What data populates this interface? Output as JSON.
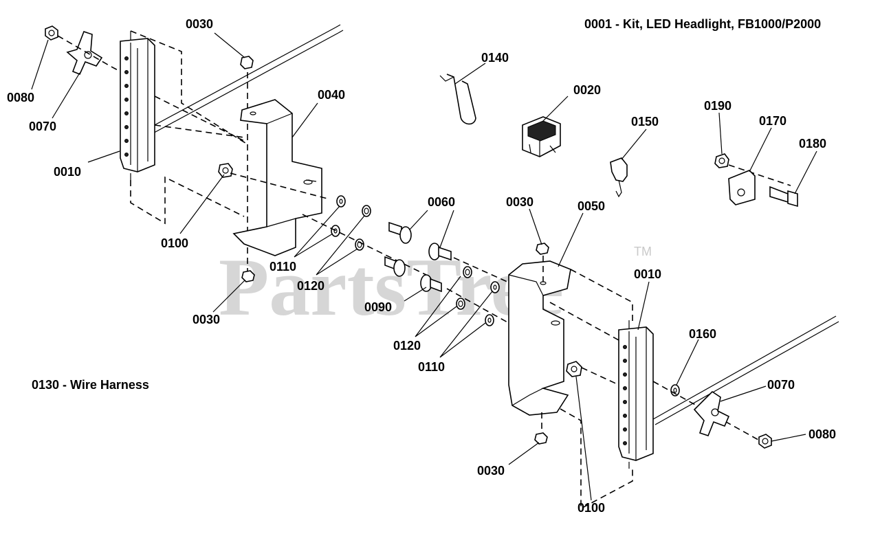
{
  "diagram": {
    "title": "0001 - Kit, LED Headlight, FB1000/P2000",
    "subtitle": "0130 - Wire Harness",
    "watermark": "PartsTree",
    "trademark": "TM",
    "callouts": [
      "0030",
      "0080",
      "0070",
      "0010",
      "0040",
      "0100",
      "0110",
      "0120",
      "0030",
      "0140",
      "0020",
      "0150",
      "0190",
      "0170",
      "0180",
      "0060",
      "0030",
      "0050",
      "0090",
      "0120",
      "0110",
      "0010",
      "0160",
      "0070",
      "0080",
      "0030",
      "0100"
    ]
  }
}
